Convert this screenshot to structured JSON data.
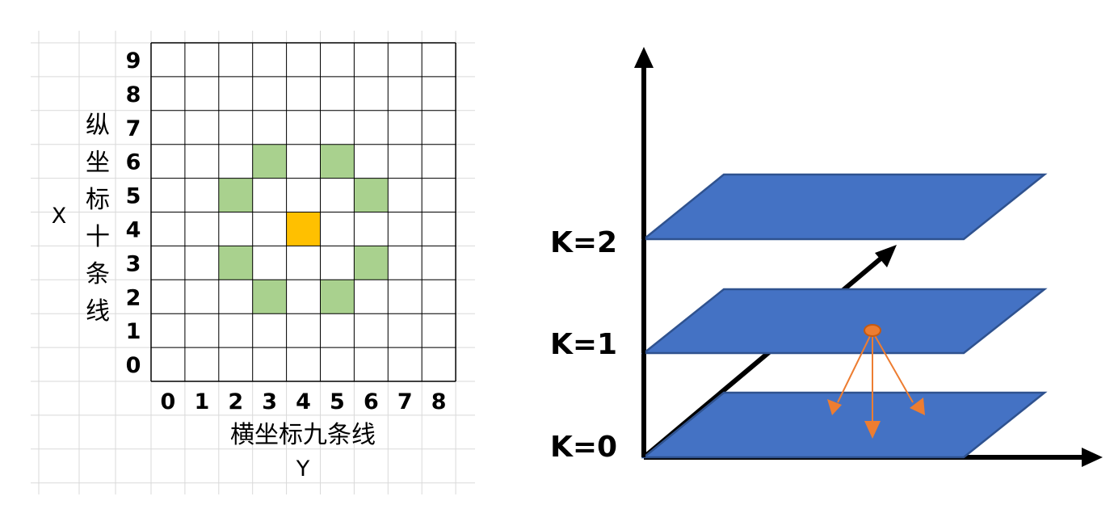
{
  "grid": {
    "rows_labels": [
      "9",
      "8",
      "7",
      "6",
      "5",
      "4",
      "3",
      "2",
      "1",
      "0"
    ],
    "cols_labels": [
      "0",
      "1",
      "2",
      "3",
      "4",
      "5",
      "6",
      "7",
      "8"
    ],
    "vertical_axis_title": [
      "纵",
      "坐",
      "标",
      "十",
      "条",
      "线"
    ],
    "horizontal_axis_title": "横坐标九条线",
    "x_letter": "X",
    "y_letter": "Y",
    "center_cell": {
      "col": 4,
      "row": 4
    },
    "neighbor_cells": [
      {
        "col": 3,
        "row": 6
      },
      {
        "col": 5,
        "row": 6
      },
      {
        "col": 2,
        "row": 5
      },
      {
        "col": 6,
        "row": 5
      },
      {
        "col": 2,
        "row": 3
      },
      {
        "col": 6,
        "row": 3
      },
      {
        "col": 3,
        "row": 2
      },
      {
        "col": 5,
        "row": 2
      }
    ],
    "colors": {
      "center": "#ffc000",
      "neighbor": "#a9d18e",
      "grid_line": "#000000",
      "sheet_line": "#d9d9d9"
    }
  },
  "layers": {
    "labels": [
      "K=2",
      "K=1",
      "K=0"
    ],
    "colors": {
      "plane_fill": "#4472c4",
      "plane_stroke": "#2f528f",
      "arrow": "#ed7d31",
      "point": "#ed7d31",
      "axis": "#000000"
    }
  }
}
